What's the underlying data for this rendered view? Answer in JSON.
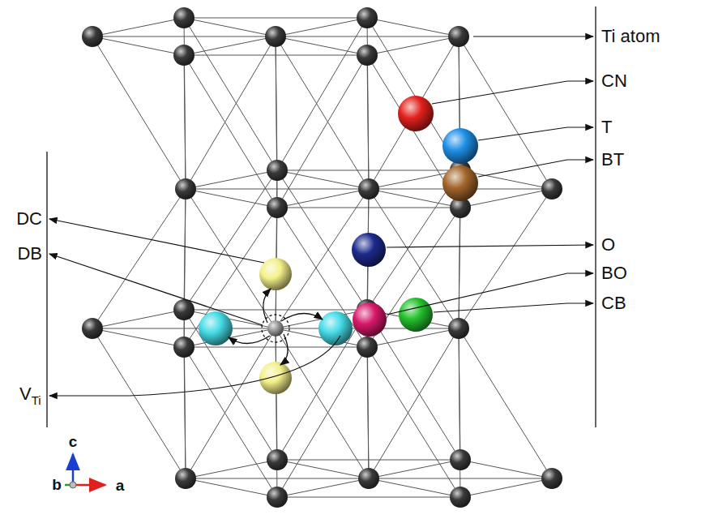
{
  "diagram": {
    "labels": [
      "Ti atom",
      "CN",
      "T",
      "BT",
      "O",
      "BO",
      "CB",
      "DC",
      "DB",
      "V",
      "Ti",
      "c",
      "b",
      "a"
    ]
  }
}
